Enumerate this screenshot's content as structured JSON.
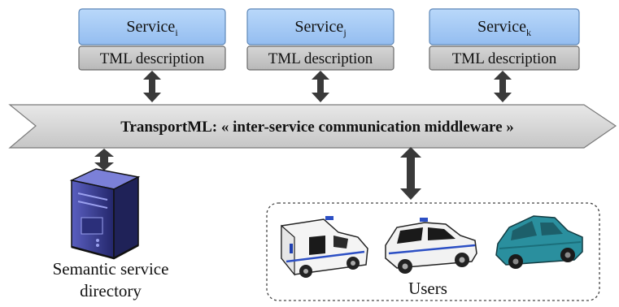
{
  "services": [
    {
      "name": "Service",
      "subscript": "i",
      "description": "TML description"
    },
    {
      "name": "Service",
      "subscript": "j",
      "description": "TML description"
    },
    {
      "name": "Service",
      "subscript": "k",
      "description": "TML description"
    }
  ],
  "bus": {
    "label": "TransportML: « inter-service communication middleware »"
  },
  "directory": {
    "label_line1": "Semantic service",
    "label_line2": "directory"
  },
  "users": {
    "label": "Users"
  },
  "colors": {
    "service_fill": "#a6cbf4",
    "service_stroke": "#5f88b8",
    "tml_fill": "#c8c8c8",
    "tml_stroke": "#6a6a6a",
    "bus_fill": "#d6d6d6",
    "arrow": "#3a3a3a",
    "server_blue": "#3b3f8f",
    "car_teal": "#2a8f9e"
  }
}
